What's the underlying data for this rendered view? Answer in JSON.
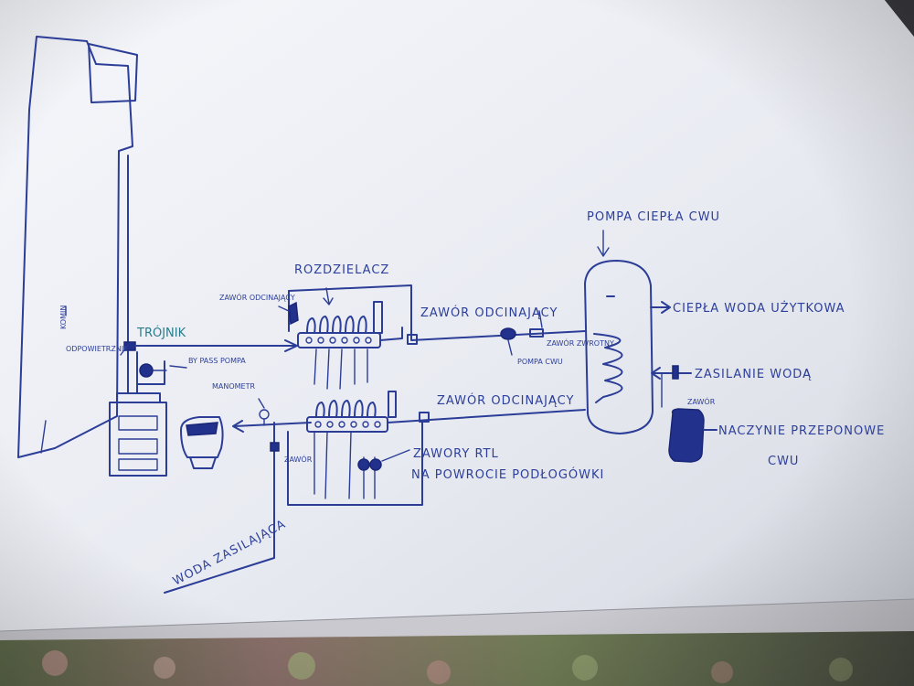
{
  "diagram": {
    "labels": {
      "chimney": "KOMIN",
      "trojnik": "TRÓJNIK",
      "odpowietrznik": "ODPOWIETRZNIK",
      "bypass_pompa": "BY PASS POMPA",
      "manometr": "MANOMETR",
      "zawor_odcinajacy_left": "ZAWÓR ODCINAJĄCY",
      "rozdzielacz": "ROZDZIELACZ",
      "zawor_odcinajacy_top": "ZAWÓR ODCINAJĄCY",
      "zawor_zwrotny": "ZAWÓR ZWROTNY",
      "pompa_cwu_small": "POMPA CWU",
      "zawor_odcinajacy_bottom": "ZAWÓR ODCINAJĄCY",
      "zawor_left_bottom": "ZAWÓR",
      "zawory_rtl_1": "ZAWORY RTL",
      "zawory_rtl_2": "NA POWROCIE PODŁOGÓWKI",
      "woda_zasilajaca": "WODA ZASILAJĄCA",
      "pompa_ciepla": "POMPA CIEPŁA CWU",
      "ciepla_woda": "CIEPŁA WODA UŻYTKOWA",
      "zasilanie_woda": "ZASILANIE WODĄ",
      "zawor_right": "ZAWÓR",
      "naczynie_1": "NACZYNIE PRZEPONOWE",
      "naczynie_2": "CWU"
    },
    "colors": {
      "ink": "#2b3d97",
      "paper": "#eceef4",
      "teal": "#2a7c8c",
      "fabric": "#6b7a52"
    }
  }
}
